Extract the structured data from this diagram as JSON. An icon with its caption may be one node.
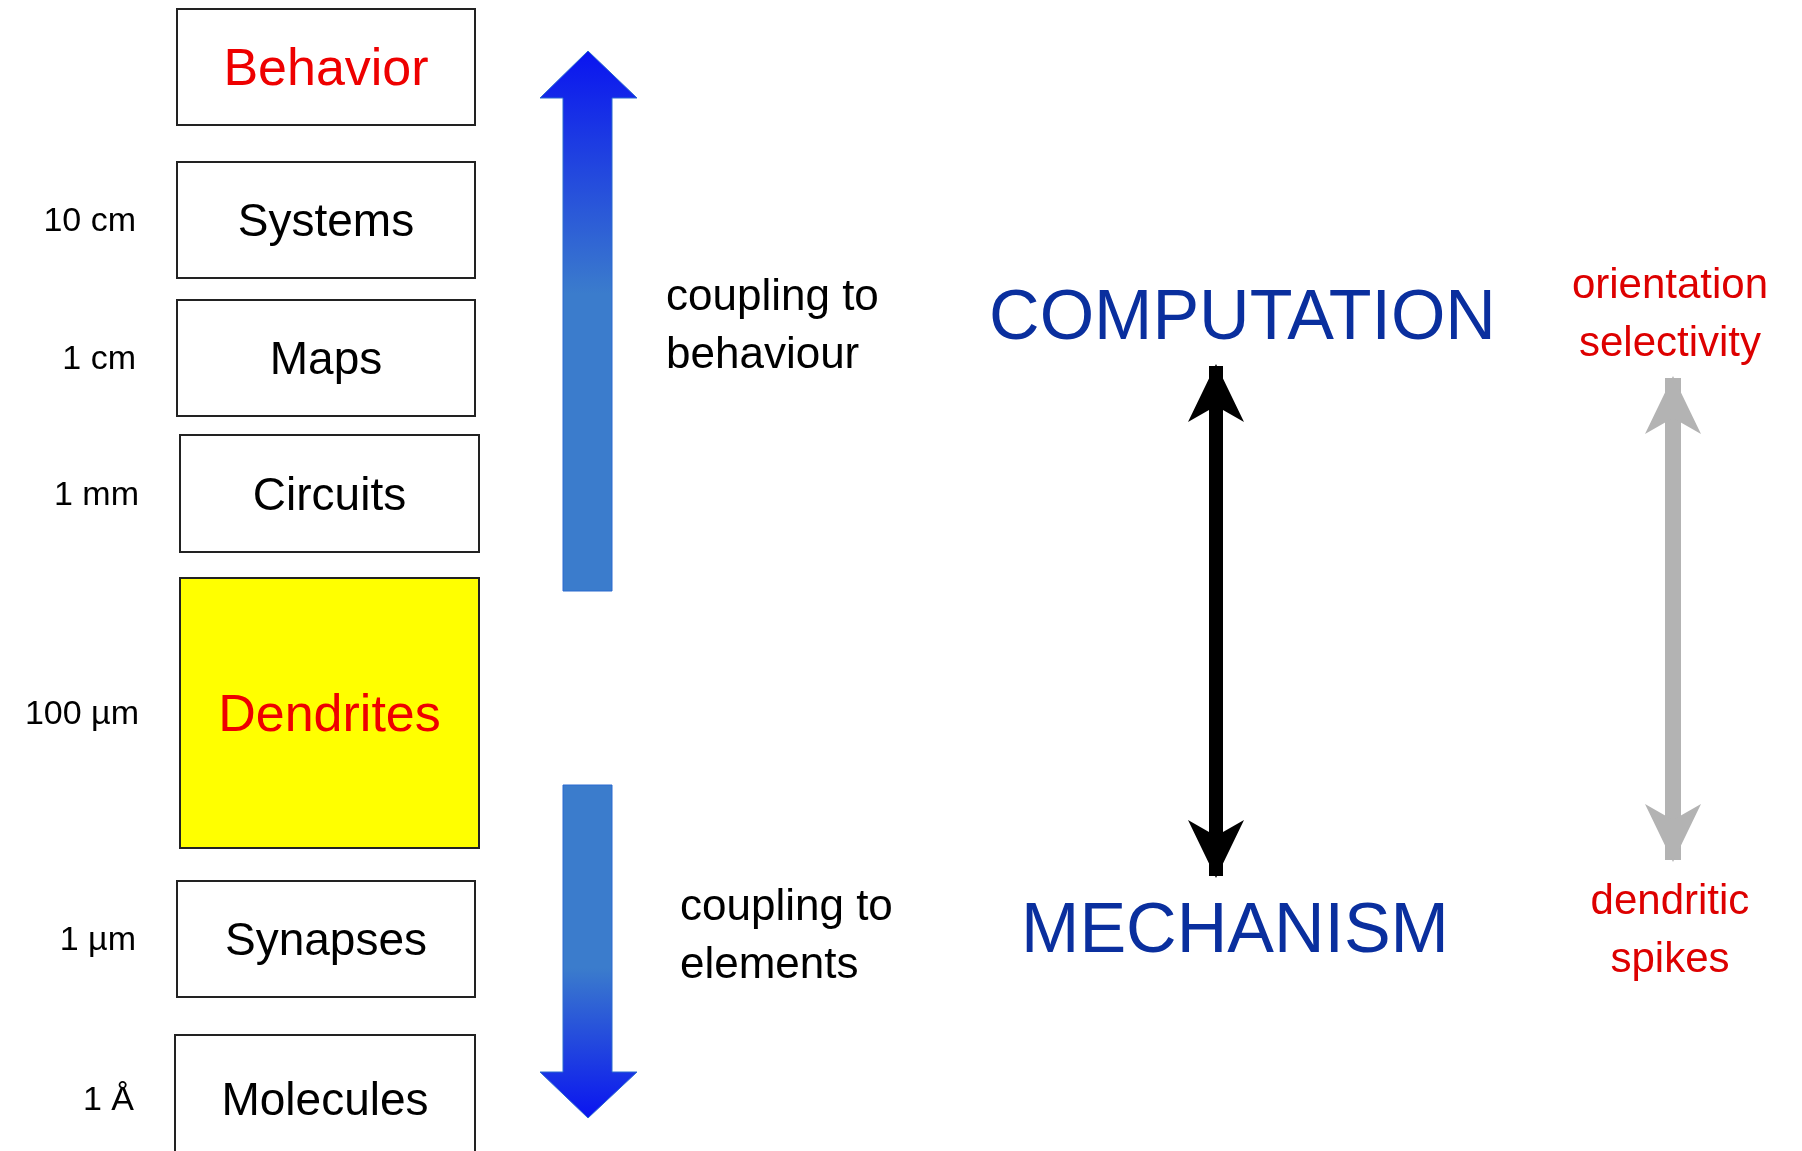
{
  "diagram": {
    "nodes": [
      {
        "text": [
          "Behavior"
        ]
      },
      {
        "text": [
          "Systems"
        ],
        "beside": [
          "10 cm"
        ]
      },
      {
        "text": [
          "Maps"
        ],
        "beside": [
          "1 cm"
        ]
      },
      {
        "text": [
          "Circuits"
        ],
        "beside": [
          "1 mm"
        ]
      },
      {
        "text": [
          "Dendrites"
        ],
        "beside": [
          "100 µm"
        ]
      },
      {
        "text": [
          "Synapses"
        ],
        "beside": [
          "1 µm"
        ]
      },
      {
        "text": [
          "Molecules"
        ],
        "beside": [
          "1 Å"
        ]
      },
      {
        "text": [
          "COMPUTATION"
        ]
      },
      {
        "text": [
          "MECHANISM"
        ]
      },
      {
        "text": [
          "orientation selectivity"
        ]
      },
      {
        "text": [
          "dendritic spikes"
        ]
      }
    ],
    "edges": [
      {
        "from": 8,
        "to": 7,
        "arrow": "both"
      },
      {
        "from": 10,
        "to": 9,
        "arrow": "both",
        "color": "#b3b3b3"
      }
    ],
    "labels": [
      "coupling to behaviour",
      "coupling to elements"
    ]
  }
}
